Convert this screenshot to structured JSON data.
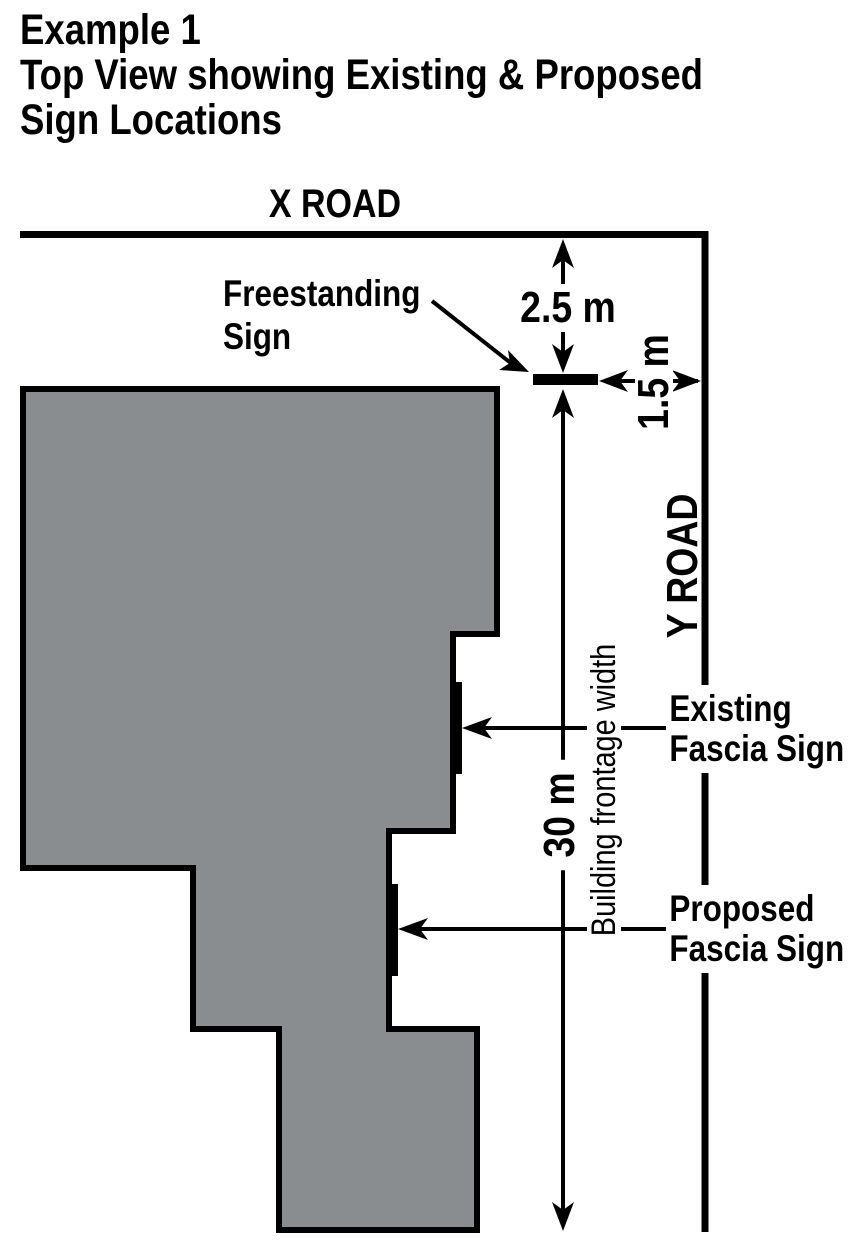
{
  "title": {
    "line1": "Example 1",
    "line2": "Top View showing Existing & Proposed",
    "line3": "Sign Locations"
  },
  "roads": {
    "x_road_label": "X ROAD",
    "y_road_label": "Y ROAD"
  },
  "dimensions": {
    "freestanding_setback_from_x_road": "2.5 m",
    "freestanding_setback_from_y_road": "1.5 m",
    "building_frontage_length": "30 m",
    "building_frontage_note": "Building frontage width"
  },
  "signs": {
    "freestanding": {
      "label_line1": "Freestanding",
      "label_line2": "Sign"
    },
    "existing_fascia": {
      "label_line1": "Existing",
      "label_line2": "Fascia Sign"
    },
    "proposed_fascia": {
      "label_line1": "Proposed",
      "label_line2": "Fascia Sign"
    }
  },
  "colors": {
    "building_fill": "#898d90",
    "line_color": "#000000",
    "background": "#ffffff",
    "label_background": "#ffffff"
  }
}
